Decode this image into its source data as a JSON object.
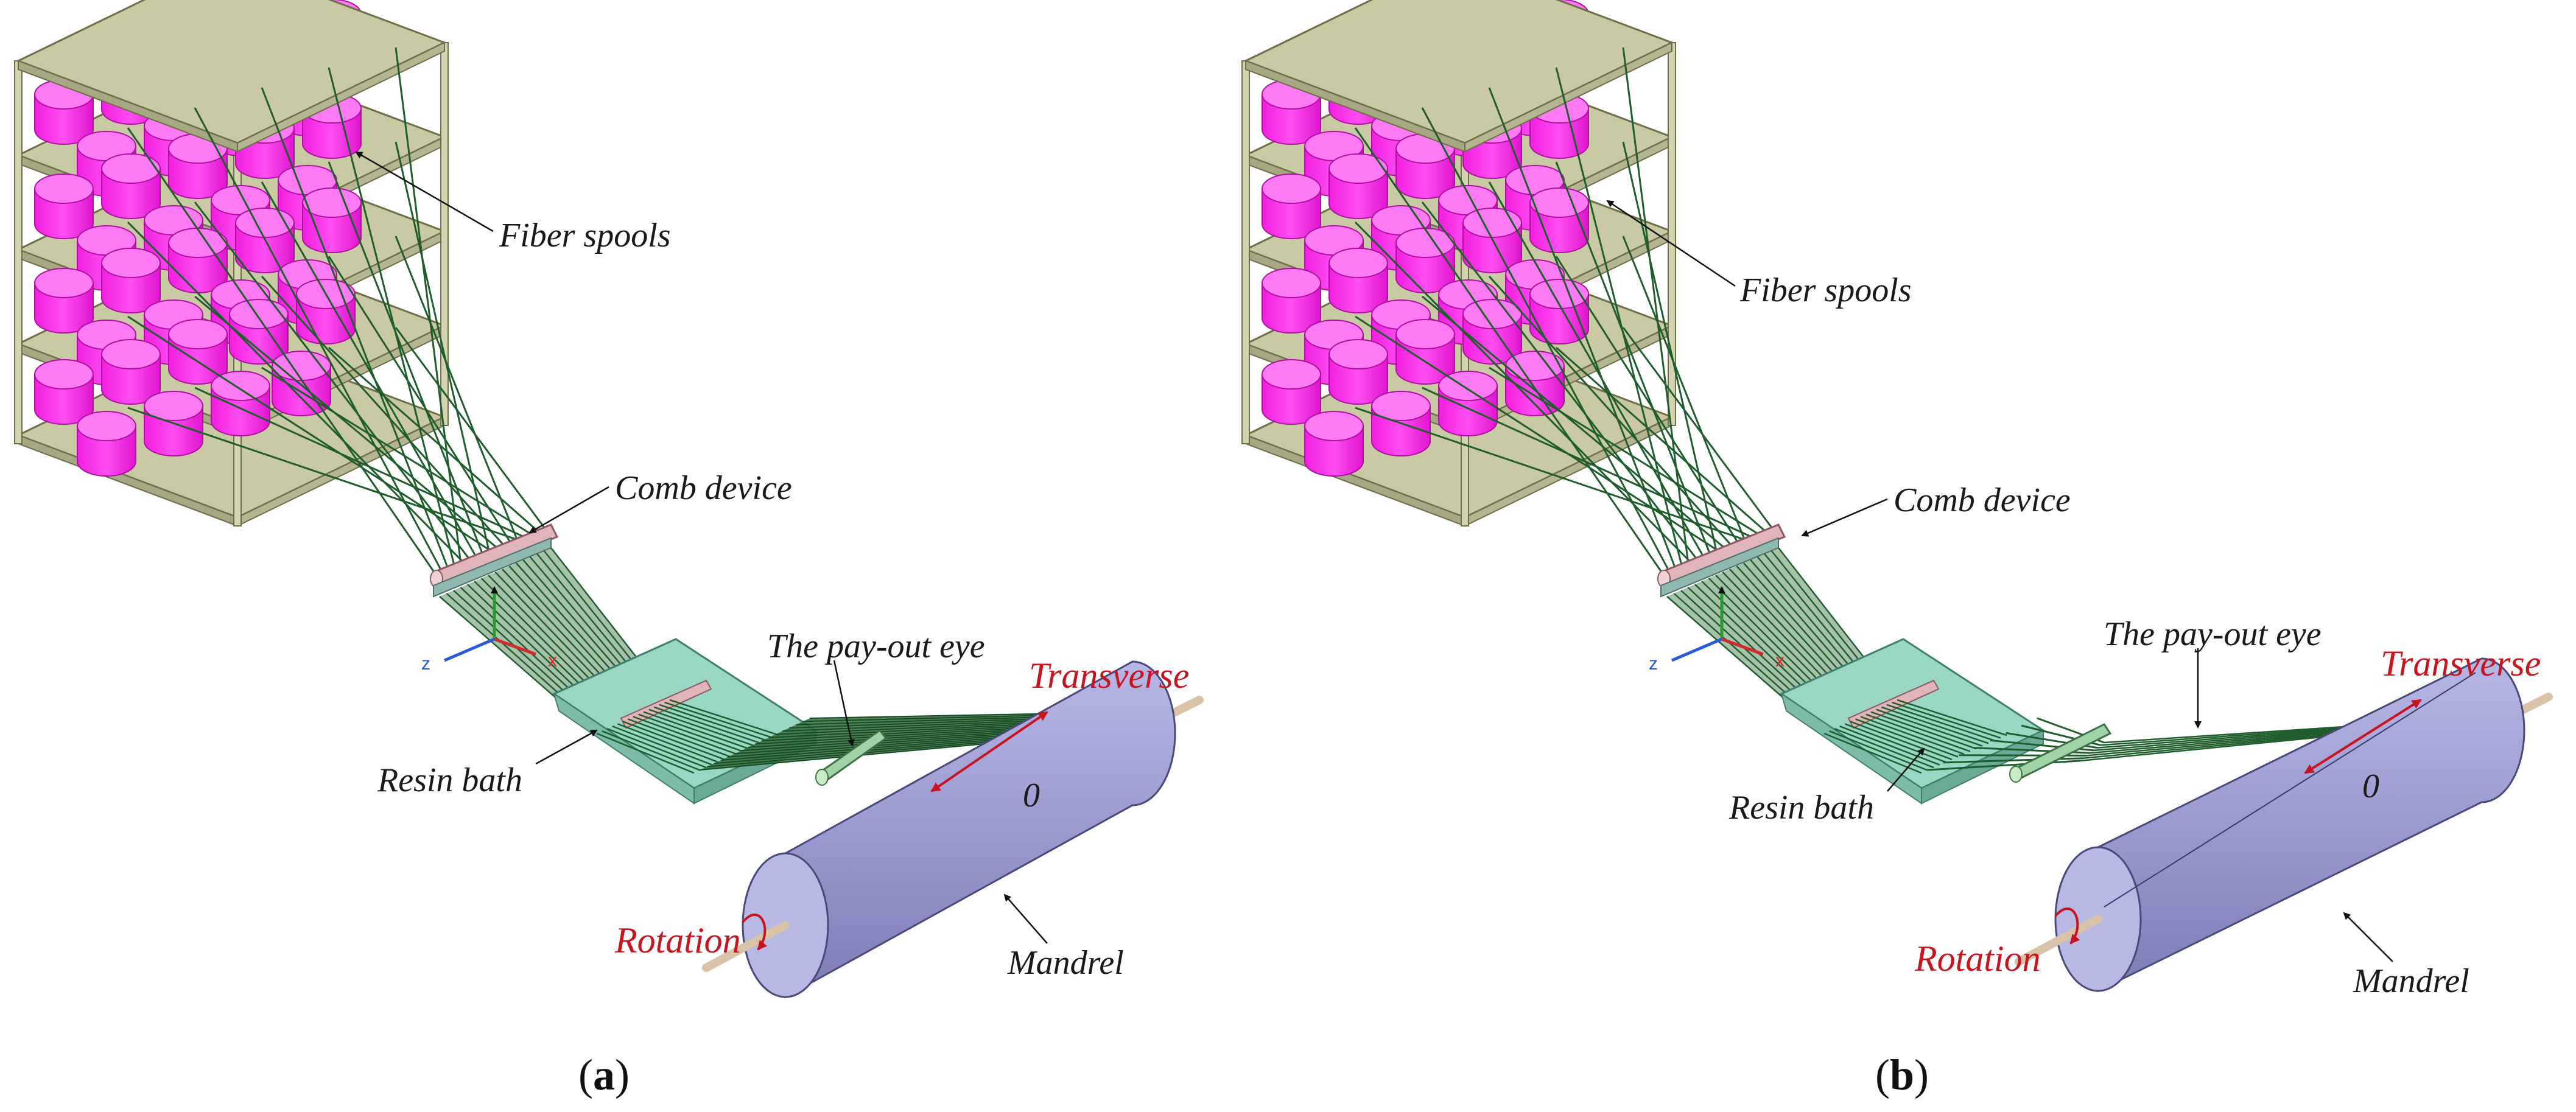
{
  "panels": [
    {
      "caption_open": "(",
      "caption_letter": "a",
      "caption_close": ")",
      "labels": {
        "fiber_spools": "Fiber spools",
        "comb_device": "Comb device",
        "payout_eye": "The pay-out eye",
        "transverse": "Transverse",
        "resin_bath": "Resin bath",
        "zero": "0",
        "rotation": "Rotation",
        "mandrel": "Mandrel"
      },
      "axis_labels": {
        "z": "z",
        "x": "x"
      }
    },
    {
      "caption_open": "(",
      "caption_letter": "b",
      "caption_close": ")",
      "labels": {
        "fiber_spools": "Fiber spools",
        "comb_device": "Comb device",
        "payout_eye": "The pay-out eye",
        "transverse": "Transverse",
        "resin_bath": "Resin bath",
        "zero": "0",
        "rotation": "Rotation",
        "mandrel": "Mandrel"
      },
      "axis_labels": {
        "z": "z",
        "x": "x"
      }
    }
  ],
  "colors": {
    "shelf": "#c9c9a4",
    "shelf_edge": "#6e6e4a",
    "spool": "#ff33ee",
    "spool_top": "#ff7af5",
    "fiber": "#1f5e2c",
    "mandrel": "#9a9ad0",
    "mandrel_end": "#b8b8e4",
    "shaft": "#d8c2a8",
    "bath": "#9ad6c4",
    "comb": "#e0b4b8",
    "red_label": "#c8141e"
  }
}
